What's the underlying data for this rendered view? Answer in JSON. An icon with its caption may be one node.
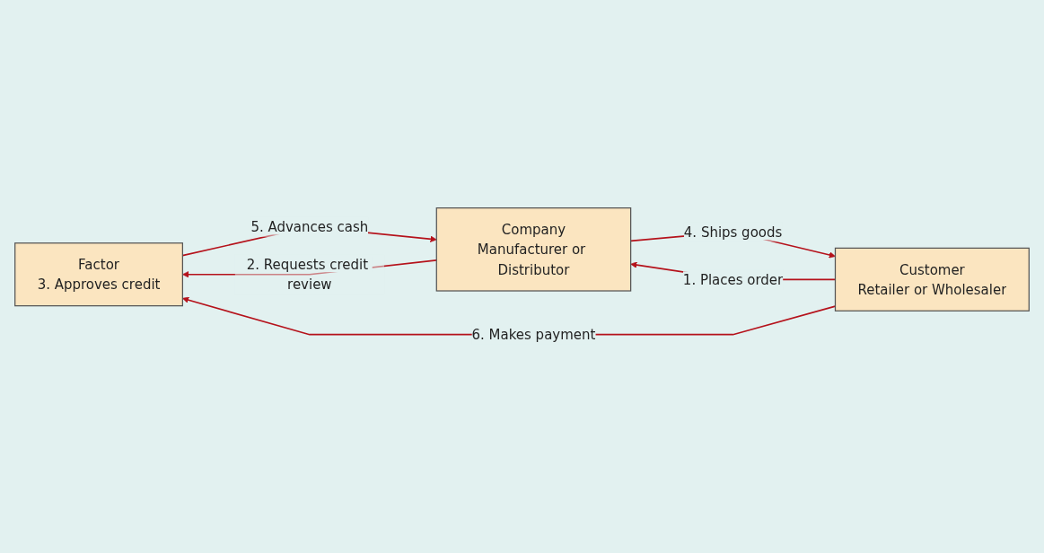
{
  "diagram": {
    "nodes": [
      {
        "text": [
          "Factor",
          "3. Approves credit"
        ]
      },
      {
        "text": [
          "Customer",
          "Retailer or Wholesaler"
        ]
      },
      {
        "text": [
          "Company",
          "Manufacturer or Distributor"
        ]
      }
    ],
    "edges": [
      {
        "from": 1,
        "to": 2,
        "arrow": "to",
        "label": "1. Places order"
      },
      {
        "from": 2,
        "to": 0,
        "arrow": "to",
        "label": "2. Requests credit review"
      },
      {
        "from": 2,
        "to": 1,
        "arrow": "to",
        "label": "4. Ships goods"
      },
      {
        "from": 0,
        "to": 2,
        "arrow": "to",
        "label": "5. Advances cash"
      },
      {
        "from": 1,
        "to": 0,
        "arrow": "to",
        "label": "6. Makes payment"
      }
    ]
  }
}
